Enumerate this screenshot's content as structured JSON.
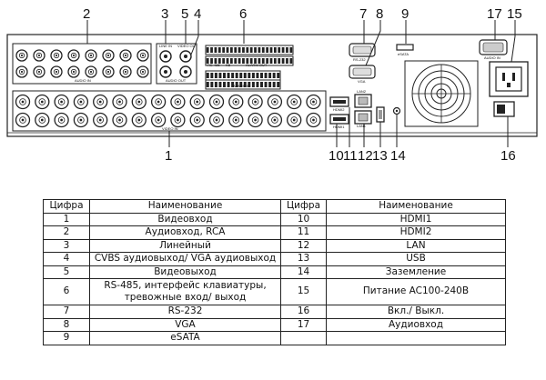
{
  "diagram": {
    "callouts": {
      "c1": "1",
      "c2": "2",
      "c3": "3",
      "c5": "5",
      "c4": "4",
      "c6": "6",
      "c7": "7",
      "c8": "8",
      "c9": "9",
      "c17": "17",
      "c15": "15",
      "c10": "10",
      "c11": "11",
      "c12": "12",
      "c13": "13",
      "c14": "14",
      "c16": "16"
    },
    "panel_labels": {
      "audio_in": "AUDIO IN",
      "line_in": "LINE IN",
      "video_out": "VIDEO OUT",
      "audio_out": "AUDIO OUT",
      "rs485": "RS-485",
      "kb": "KB",
      "alarm_out": "ALARM OUT",
      "alarm_in": "ALARM IN",
      "rs232": "RS-232",
      "vga": "VGA",
      "esata": "eSATA",
      "audio_in_small": "AUDIO IN",
      "video_in": "VIDEO IN",
      "hdmi2": "HDMI2",
      "hdmi1": "HDMI1",
      "lan2": "LAN2",
      "lan1": "LAN1"
    }
  },
  "table": {
    "headers": [
      "Цифра",
      "Наименование",
      "Цифра",
      "Наименование"
    ],
    "rows": [
      {
        "n1": "1",
        "name1": "Видеовход",
        "n2": "10",
        "name2": "HDMI1"
      },
      {
        "n1": "2",
        "name1": "Аудиовход, RCA",
        "n2": "11",
        "name2": "HDMI2"
      },
      {
        "n1": "3",
        "name1": "Линейный",
        "n2": "12",
        "name2": "LAN"
      },
      {
        "n1": "4",
        "name1": "CVBS аудиовыход/ VGA аудиовыход",
        "n2": "13",
        "name2": "USB"
      },
      {
        "n1": "5",
        "name1": "Видеовыход",
        "n2": "14",
        "name2": "Заземление"
      },
      {
        "n1": "6",
        "name1": "RS-485, интерфейс клавиатуры,\nтревожные вход/ выход",
        "n2": "15",
        "name2": "Питание AC100-240В"
      },
      {
        "n1": "7",
        "name1": "RS-232",
        "n2": "16",
        "name2": "Вкл./ Выкл."
      },
      {
        "n1": "8",
        "name1": "VGA",
        "n2": "17",
        "name2": "Аудиовход"
      },
      {
        "n1": "9",
        "name1": "eSATA",
        "n2": "",
        "name2": ""
      }
    ]
  }
}
